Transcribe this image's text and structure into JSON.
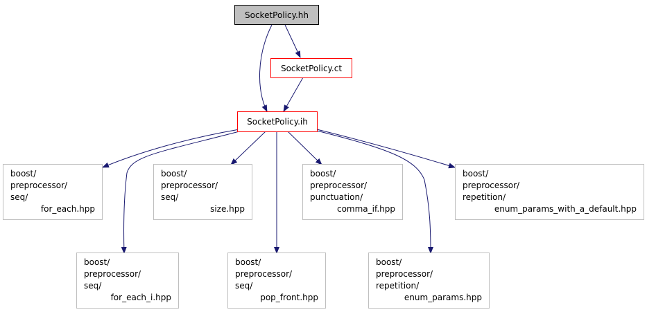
{
  "nodes": {
    "socketpolicy_hh": {
      "label": "SocketPolicy.hh"
    },
    "socketpolicy_ct": {
      "label": "SocketPolicy.ct"
    },
    "socketpolicy_ih": {
      "label": "SocketPolicy.ih"
    },
    "for_each": {
      "lines": [
        "boost/",
        "preprocessor/",
        "seq/",
        "for_each.hpp"
      ]
    },
    "size": {
      "lines": [
        "boost/",
        "preprocessor/",
        "seq/",
        "size.hpp"
      ]
    },
    "comma_if": {
      "lines": [
        "boost/",
        "preprocessor/",
        "punctuation/",
        "comma_if.hpp"
      ]
    },
    "enum_params_with_a_default": {
      "lines": [
        "boost/",
        "preprocessor/",
        "repetition/",
        "enum_params_with_a_default.hpp"
      ]
    },
    "for_each_i": {
      "lines": [
        "boost/",
        "preprocessor/",
        "seq/",
        "for_each_i.hpp"
      ]
    },
    "pop_front": {
      "lines": [
        "boost/",
        "preprocessor/",
        "seq/",
        "pop_front.hpp"
      ]
    },
    "enum_params": {
      "lines": [
        "boost/",
        "preprocessor/",
        "repetition/",
        "enum_params.hpp"
      ]
    }
  },
  "edges": [
    {
      "from": "socketpolicy_hh",
      "to": "socketpolicy_ct"
    },
    {
      "from": "socketpolicy_hh",
      "to": "socketpolicy_ih"
    },
    {
      "from": "socketpolicy_ct",
      "to": "socketpolicy_ih"
    },
    {
      "from": "socketpolicy_ih",
      "to": "for_each"
    },
    {
      "from": "socketpolicy_ih",
      "to": "for_each_i"
    },
    {
      "from": "socketpolicy_ih",
      "to": "size"
    },
    {
      "from": "socketpolicy_ih",
      "to": "pop_front"
    },
    {
      "from": "socketpolicy_ih",
      "to": "comma_if"
    },
    {
      "from": "socketpolicy_ih",
      "to": "enum_params"
    },
    {
      "from": "socketpolicy_ih",
      "to": "enum_params_with_a_default"
    }
  ],
  "colors": {
    "edge": "#191970",
    "root_fill": "#bfbfbf",
    "root_border": "#000000",
    "highlight_border": "#ff0000",
    "library_border": "#bfbfbf"
  }
}
